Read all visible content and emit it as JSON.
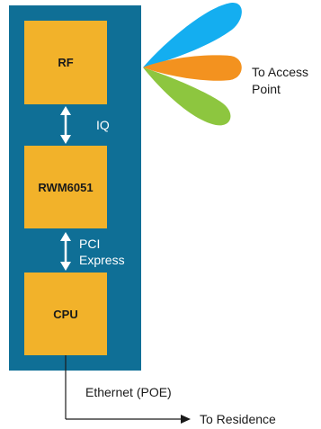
{
  "blocks": {
    "rf": "RF",
    "rwm": "RWM6051",
    "cpu": "CPU"
  },
  "links": {
    "iq": "IQ",
    "pci_line1": "PCI",
    "pci_line2": "Express"
  },
  "antenna": {
    "label_line1": "To Access",
    "label_line2": "Point"
  },
  "ethernet": {
    "label": "Ethernet (POE)",
    "destination": "To Residence"
  },
  "colors": {
    "panel": "#0f6f96",
    "block": "#f2b22a",
    "beam_blue": "#14aef0",
    "beam_orange": "#f3921f",
    "beam_green": "#8dc63f",
    "line": "#1a1a1a"
  }
}
